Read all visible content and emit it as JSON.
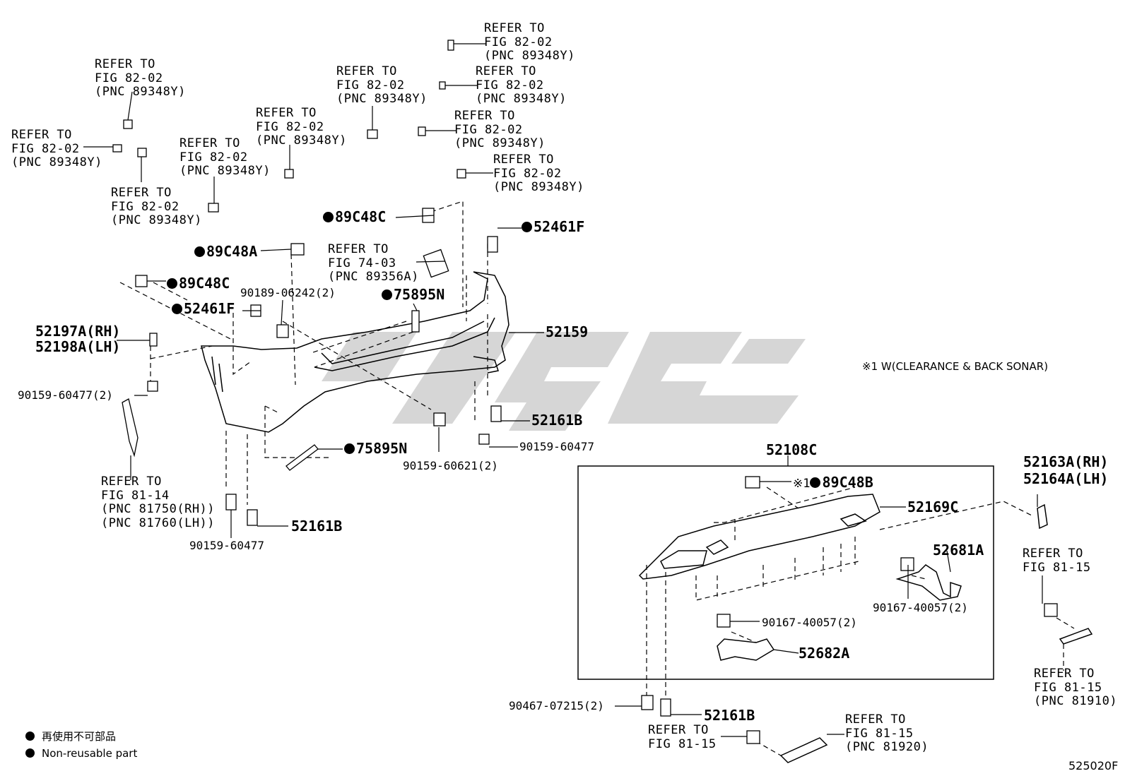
{
  "refer": {
    "r1": [
      "REFER TO",
      "FIG 82-02",
      "(PNC 89348Y)"
    ],
    "r2": [
      "REFER TO",
      "FIG 82-02",
      "(PNC 89348Y)"
    ],
    "r3": [
      "REFER TO",
      "FIG 82-02",
      "(PNC 89348Y)"
    ],
    "r4": [
      "REFER TO",
      "FIG 82-02",
      "(PNC 89348Y)"
    ],
    "r5": [
      "REFER TO",
      "FIG 82-02",
      "(PNC 89348Y)"
    ],
    "r6": [
      "REFER TO",
      "FIG 82-02",
      "(PNC 89348Y)"
    ],
    "r7": [
      "REFER TO",
      "FIG 82-02",
      "(PNC 89348Y)"
    ],
    "r8": [
      "REFER TO",
      "FIG 82-02",
      "(PNC 89348Y)"
    ],
    "r9": [
      "REFER TO",
      "FIG 82-02",
      "(PNC 89348Y)"
    ],
    "r10": [
      "REFER TO",
      "FIG 82-02",
      "(PNC 89348Y)"
    ],
    "fig7403": [
      "REFER TO",
      "FIG 74-03",
      "(PNC 89356A)"
    ],
    "fig8114": [
      "REFER TO",
      "FIG 81-14",
      "(PNC 81750(RH))",
      "(PNC 81760(LH))"
    ],
    "fig8115a": [
      "REFER TO",
      "FIG 81-15"
    ],
    "fig8115b": [
      "REFER TO",
      "FIG 81-15",
      "(PNC 81910)"
    ],
    "fig8115c": [
      "REFER TO",
      "FIG 81-15"
    ],
    "fig8115d": [
      "REFER TO",
      "FIG 81-15",
      "(PNC 81920)"
    ]
  },
  "parts": {
    "p89C48C_top": "89C48C",
    "p52461F_top": "52461F",
    "p89C48A": "89C48A",
    "p89C48C_left": "89C48C",
    "p52461F_left": "52461F",
    "p75895N_top": "75895N",
    "p90189": "90189-06242(2)",
    "p52197A": "52197A(RH)",
    "p52198A": "52198A(LH)",
    "p52159": "52159",
    "p90159_2": "90159-60477(2)",
    "p52161B_a": "52161B",
    "p90159_b": "90159-60477",
    "p75895N_bot": "75895N",
    "p90159_60621": "90159-60621(2)",
    "p90159_c": "90159-60477",
    "p52161B_b": "52161B",
    "p52108C": "52108C",
    "p89C48B": "89C48B",
    "p52169C": "52169C",
    "p52681A": "52681A",
    "p90167_a": "90167-40057(2)",
    "p90167_b": "90167-40057(2)",
    "p52682A": "52682A",
    "p52163A": "52163A(RH)",
    "p52164A": "52164A(LH)",
    "p90467": "90467-07215(2)",
    "p52161B_c": "52161B"
  },
  "marker": "※1",
  "note": "※1 W(CLEARANCE & BACK SONAR)",
  "legend": {
    "jp": "再使用不可部品",
    "en": "Non-reusable part"
  },
  "diagram_code": "525020F"
}
